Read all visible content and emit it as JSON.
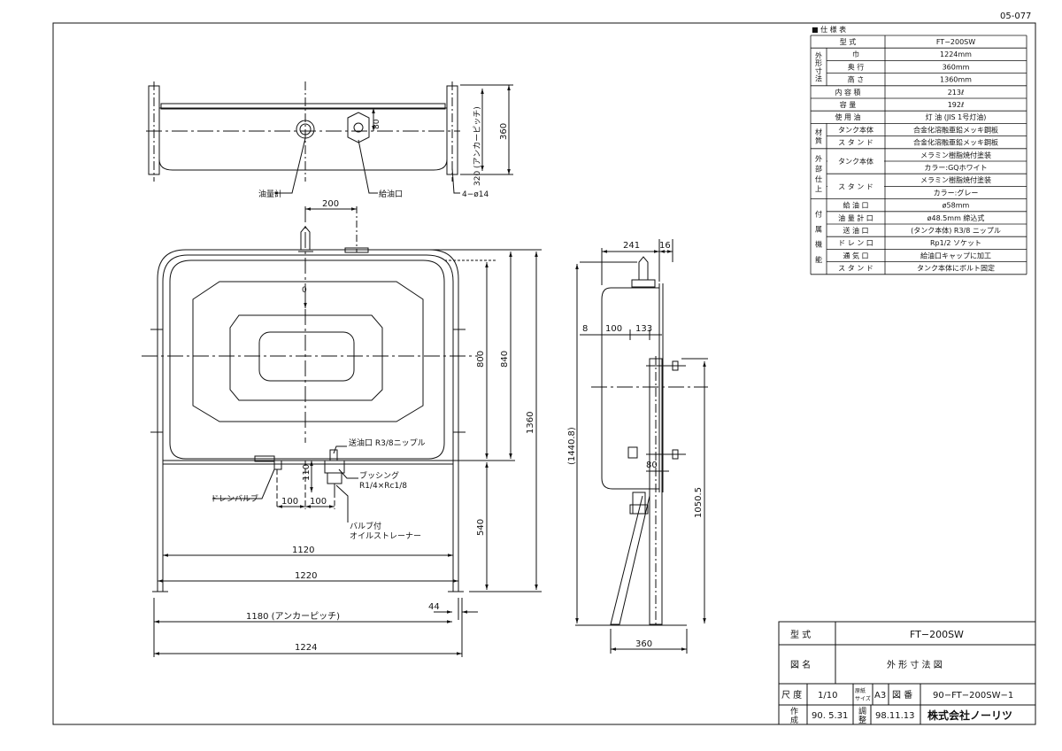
{
  "sheet_number": "05-077",
  "top_view": {
    "dim_height": "360",
    "dim_anchor": "320 (アンカーピッチ)",
    "dim_80": "80",
    "label_gauge": "油量計",
    "label_inlet": "給油口",
    "label_holes": "4−ø14"
  },
  "front_view": {
    "dim_200": "200",
    "dim_zero": "0",
    "dim_800": "800",
    "dim_840": "840",
    "dim_1360": "1360",
    "dim_540": "540",
    "dim_1120": "1120",
    "dim_1220": "1220",
    "dim_1180": "1180 (アンカーピッチ)",
    "dim_1224": "1224",
    "dim_44": "44",
    "dim_110": "110",
    "dim_100a": "100",
    "dim_100b": "100",
    "label_outlet": "送油口 R3/8ニップル",
    "label_bushing_1": "ブッシング",
    "label_bushing_2": "R1/4×Rc1/8",
    "label_drain": "ドレンバルブ",
    "label_strainer_1": "バルブ付",
    "label_strainer_2": "オイルストレーナー"
  },
  "side_view": {
    "dim_241": "241",
    "dim_16": "16",
    "dim_8": "8",
    "dim_100": "100",
    "dim_133": "133",
    "dim_14408": "(1440.8)",
    "dim_80": "80",
    "dim_10505": "1050.5",
    "dim_360": "360"
  },
  "spec": {
    "title": "■ 仕 様 表",
    "rows": [
      {
        "group": "",
        "item": "型 式",
        "value": "FT−200SW"
      },
      {
        "group": "外形寸法",
        "item": "巾",
        "value": "1224mm"
      },
      {
        "group": "",
        "item": "奥 行",
        "value": "360mm"
      },
      {
        "group": "",
        "item": "高 さ",
        "value": "1360mm"
      },
      {
        "group": "",
        "item": "内 容 積",
        "value": "213ℓ"
      },
      {
        "group": "",
        "item": "容 量",
        "value": "192ℓ"
      },
      {
        "group": "",
        "item": "使 用 油",
        "value": "灯 油 (JIS 1号灯油)"
      },
      {
        "group": "材質",
        "item": "タンク本体",
        "value": "合金化溶融亜鉛メッキ鋼板"
      },
      {
        "group": "",
        "item": "ス タ ン ド",
        "value": "合金化溶融亜鉛メッキ鋼板"
      },
      {
        "group": "外部仕上",
        "item": "タンク本体",
        "value": "メラミン樹脂焼付塗装"
      },
      {
        "group": "",
        "item": "",
        "value": "カラー:GQホワイト"
      },
      {
        "group": "",
        "item": "ス タ ン ド",
        "value": "メラミン樹脂焼付塗装"
      },
      {
        "group": "",
        "item": "",
        "value": "カラー:グレー"
      },
      {
        "group": "付属機能",
        "item": "給 油 口",
        "value": "ø58mm"
      },
      {
        "group": "",
        "item": "油 量 計 口",
        "value": "ø48.5mm 締込式"
      },
      {
        "group": "",
        "item": "送 油 口",
        "value": "(タンク本体) R3/8 ニップル"
      },
      {
        "group": "",
        "item": "ド レ ン 口",
        "value": "Rp1/2 ソケット"
      },
      {
        "group": "",
        "item": "通 気 口",
        "value": "給油口キャップに加工"
      },
      {
        "group": "",
        "item": "ス タ ン ド",
        "value": "タンク本体にボルト固定"
      }
    ]
  },
  "titleblock": {
    "model_label": "型 式",
    "model_value": "FT−200SW",
    "drawing_label": "図 名",
    "drawing_value": "外 形 寸 法 図",
    "scale_label": "尺 度",
    "scale_value": "1/10",
    "size_label_1": "原紙",
    "size_label_2": "サイズ",
    "size_value": "A3",
    "number_label": "図 番",
    "number_value": "90−FT−200SW−1",
    "made_label_1": "作",
    "made_label_2": "成",
    "made_value": "90. 5.31",
    "adj_label_1": "調",
    "adj_label_2": "整",
    "adj_value": "98.11.13",
    "company": "株式会社ノーリツ"
  }
}
